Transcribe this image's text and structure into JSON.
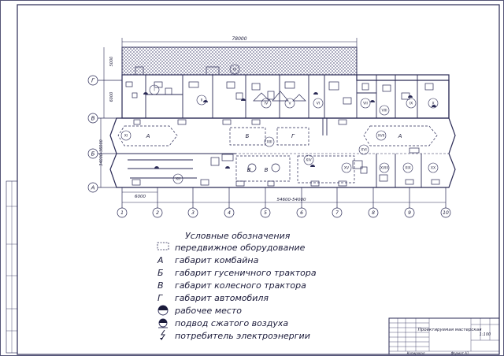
{
  "plan": {
    "overall_dim": "78000",
    "span_dim": "54600-54000",
    "side_dim": "34000-36000",
    "bay_dim": "6000",
    "top_dim": "6000",
    "left_dims": [
      "5000",
      "6000"
    ],
    "row_labels": [
      "Г",
      "В",
      "Б",
      "А"
    ],
    "col_labels": [
      "1",
      "2",
      "3",
      "4",
      "5",
      "6",
      "7",
      "8",
      "9",
      "10"
    ],
    "zone_numerals": [
      "I",
      "II",
      "III",
      "IV",
      "V",
      "VI",
      "VII",
      "VIII",
      "IX",
      "X",
      "XI",
      "XII",
      "XIII",
      "XIV",
      "XV",
      "XVI",
      "XVII",
      "XVIII",
      "XIX",
      "XX"
    ],
    "vehicle_letters": [
      "А",
      "Б",
      "Г",
      "А",
      "В",
      "В"
    ]
  },
  "legend": {
    "title": "Условные обозначения",
    "items": [
      {
        "symbol": "",
        "text": "передвижное оборудование"
      },
      {
        "symbol": "А",
        "text": "габарит комбайна"
      },
      {
        "symbol": "Б",
        "text": "габарит гусеничного трактора"
      },
      {
        "symbol": "В",
        "text": "габарит колесного трактора"
      },
      {
        "symbol": "Г",
        "text": "габарит автомобиля"
      },
      {
        "symbol": "",
        "text": "рабочее место"
      },
      {
        "symbol": "",
        "text": "подвод сжатого воздуха"
      },
      {
        "symbol": "",
        "text": "потребитель электроэнергии"
      }
    ]
  },
  "title_block": {
    "name": "Проектируемая мастерская",
    "scale": "1:100",
    "copied": "Копировал",
    "format": "Формат А1"
  }
}
